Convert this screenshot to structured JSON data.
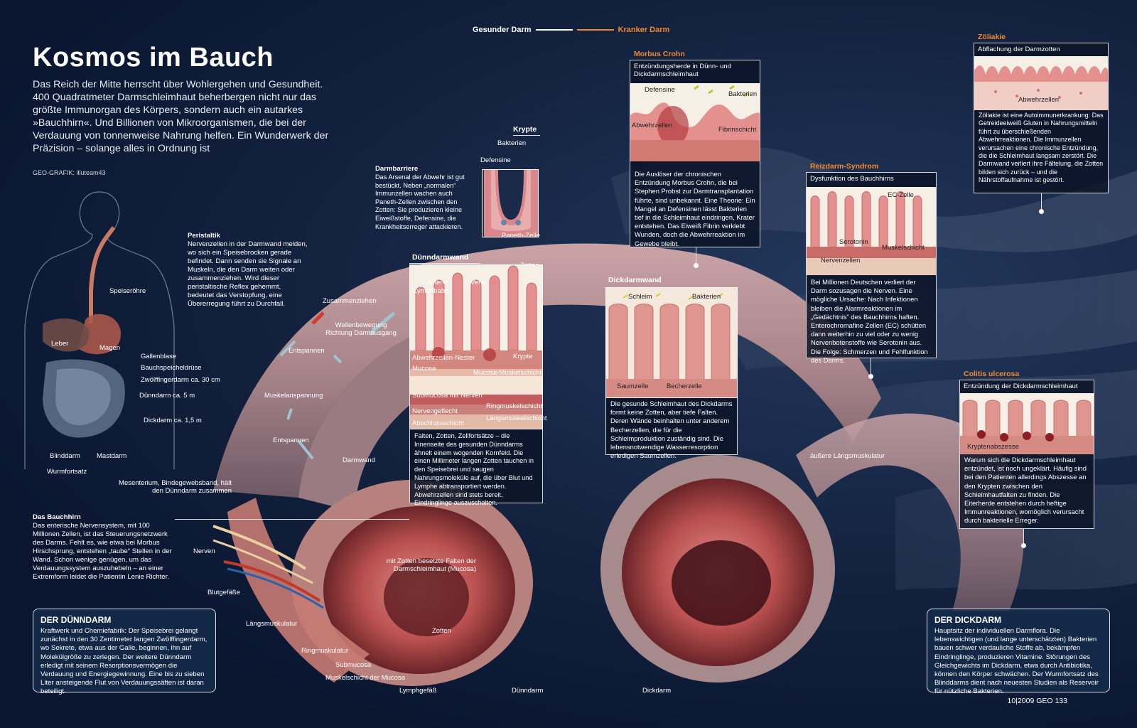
{
  "title": "Kosmos im Bauch",
  "intro": "Das Reich der Mitte herrscht über Wohlergehen und Gesundheit. 400 Quadratmeter Darmschleimhaut beherbergen nicht nur das größte Immunorgan des Körpers, sondern auch ein autarkes »Bauchhirn«. Und Billionen von Mikroorganismen, die bei der Verdauung von tonnenweise Nahrung helfen. Ein Wunderwerk der Präzision – solange alles in Ordnung ist",
  "credit": "GEO-GRAFIK: illuteam43",
  "legend": {
    "healthy": "Gesunder Darm",
    "sick": "Kranker Darm"
  },
  "colors": {
    "background": "#0c1a33",
    "accent_orange": "#f08a2c",
    "tissue": "#d98a80"
  },
  "body_labels": {
    "speiseroehre": "Speiseröhre",
    "leber": "Leber",
    "magen": "Magen",
    "gallenblase": "Gallenblase",
    "bauchspeicheldruese": "Bauchspeicheldrüse",
    "zwoelffingerdarm": "Zwölffingerdarm ca. 30 cm",
    "duenndarm": "Dünndarm ca. 5 m",
    "dickdarm": "Dickdarm ca. 1,5 m",
    "blinddarm": "Blinddarm",
    "mastdarm": "Mastdarm",
    "wurmfortsatz": "Wurmfortsatz"
  },
  "peristaltik": {
    "heading": "Peristaltik",
    "text": "Nervenzellen in der Darmwand melden, wo sich ein Speisebrocken gerade befindet. Dann senden sie Signale an Muskeln, die den Darm weiten oder zusammenziehen. Wird dieser peristaltische Reflex gehemmt, bedeutet das Verstopfung, eine Übererregung führt zu Durchfall."
  },
  "intestine_labels": {
    "zusammenziehen": "Zusammenziehen",
    "wellenbewegung": "Wellenbewegung Richtung Darmausgang",
    "entspannen1": "Entspannen",
    "muskelanspannung": "Muskelanspannung",
    "entspannen2": "Entspannen",
    "darmwand": "Darmwand",
    "mesenterium": "Mesenterium, Bindegewebsband, hält den Dünndarm zusammen",
    "nerven": "Nerven",
    "blutgefaesse": "Blutgefäße",
    "laengsmuskulatur": "Längsmuskulatur",
    "ringmuskulatur": "Ringmuskulatur",
    "submucosa": "Submucosa",
    "muskelschicht": "Muskelschicht der Mucosa",
    "lymphgefaess": "Lymphgefäß",
    "duenndarm": "Dünndarm",
    "zotten": "Zotten",
    "falten": "mit Zotten besetzte Falten der Darmschleimhaut (Mucosa)",
    "dickdarm": "Dickdarm",
    "aeussere": "äußere Längsmuskulatur"
  },
  "bauchhirn": {
    "heading": "Das Bauchhirn",
    "text": "Das enterische Nervensystem, mit 100 Millionen Zellen, ist das Steuerungsnetzwerk des Darms. Fehlt es, wie etwa bei Morbus Hirschsprung, entstehen „taube“ Stellen in der Wand. Schon wenige genügen, um das Verdauungssystem auszuhebeln – an einer Extremform leidet die Patientin Lenie Richter."
  },
  "duenndarm_box": {
    "heading": "DER DÜNNDARM",
    "text": "Kraftwerk und Chemiefabrik: Der Speisebrei gelangt zunächst in den 30 Zentimeter langen Zwölffingerdarm, wo Sekrete, etwa aus der Galle, beginnen, ihn auf Molekülgröße zu zerlegen. Der weitere Dünndarm erledigt mit seinem Resorptionsvermögen die Verdauung und Energiegewinnung. Eine bis zu sieben Liter ansteigende Flut von Verdauungssäften ist daran beteiligt."
  },
  "dickdarm_box": {
    "heading": "DER DICKDARM",
    "text": "Hauptsitz der individuellen Darmflora. Die lebenswichtigen (und lange unterschätzten) Bakterien bauen schwer verdauliche Stoffe ab, bekämpfen Eindringlinge, produzieren Vitamine. Störungen des Gleichgewichts im Dickdarm, etwa durch Antibiotika, können den Körper schwächen. Der Wurmfortsatz des Blinddarms dient nach neuesten Studien als Reservoir für nützliche Bakterien."
  },
  "darmbarriere": {
    "heading": "Darmbarriere",
    "text": "Das Arsenal der Abwehr ist gut bestückt. Neben „normalen“ Immunzellen wachen auch Paneth-Zellen zwischen den Zotten: Sie produzieren kleine Eiweißstoffe, Defensine, die Krankheitserreger attackieren."
  },
  "krypte": {
    "heading": "Krypte",
    "bakterien": "Bakterien",
    "defensine": "Defensine",
    "paneth": "Paneth-Zelle"
  },
  "duenndarmwand": {
    "heading": "Dünndarmwand",
    "zotten": "Zotten",
    "arterie": "Arterie",
    "vene": "Vene",
    "lymphbahn": "Lymphbahn",
    "nester": "Abwehrzellen-Nester",
    "krypte": "Krypte",
    "mucosa": "Mucosa",
    "mucosa_muskel": "Mucosa-Muskelschicht",
    "submucosa": "Submucosa mit Nerven",
    "nervengeflecht": "Nervengeflecht",
    "ringmuskel": "Ringmuskelschicht",
    "laengsmuskel": "Längsmuskelschicht",
    "abschluss": "Abschlussschicht",
    "text": "Falten, Zotten, Zellfortsätze – die Innenseite des gesunden Dünndarms ähnelt einem wogenden Kornfeld. Die einen Millimeter langen Zotten tauchen in den Speisebrei und saugen Nahrungsmoleküle auf, die über Blut und Lymphe abtransportiert werden. Abwehrzellen sind stets bereit, Eindringlinge auszuschalten."
  },
  "morbus_crohn": {
    "heading": "Morbus Crohn",
    "sub": "Entzündungsherde in Dünn- und Dickdarmschleimhaut",
    "defensine": "Defensine",
    "bakterien": "Bakterien",
    "abwehrzellen": "Abwehrzellen",
    "fibrin": "Fibrinschicht",
    "text": "Die Auslöser der chronischen Entzündung Morbus Crohn, die bei Stephen Probst zur Darmtransplantation führte, sind unbekannt. Eine Theorie: Ein Mangel an Defensinen lässt Bakterien tief in die Schleimhaut eindringen, Krater entstehen. Das Eiweiß Fibrin verklebt Wunden, doch die Abwehrreaktion im Gewebe bleibt."
  },
  "dickdarmwand": {
    "heading": "Dickdarmwand",
    "schleim": "Schleim",
    "bakterien": "Bakterien",
    "saumzelle": "Saumzelle",
    "becherzelle": "Becherzelle",
    "text": "Die gesunde Schleimhaut des Dickdarms formt keine Zotten, aber tiefe Falten. Deren Wände beinhalten unter anderem Becherzellen, die für die Schleimproduktion zuständig sind. Die lebensnotwendige Wasserresorption erledigen Saumzellen."
  },
  "reizdarm": {
    "heading": "Reizdarm-Syndrom",
    "sub": "Dysfunktion des Bauchhirns",
    "ec": "EC-Zelle",
    "serotonin": "Serotonin",
    "muskelschicht": "Muskelschicht",
    "nervenzellen": "Nervenzellen",
    "text": "Bei Millionen Deutschen verliert der Darm sozusagen die Nerven. Eine mögliche Ursache: Nach Infektionen bleiben die Alarmreaktionen im „Gedächtnis“ des Bauchhirns haften. Enterochromafine Zellen (EC) schütten dann weiterhin zu viel oder zu wenig Nervenbotenstoffe wie Serotonin aus. Die Folge: Schmerzen und Fehlfunktion des Darms."
  },
  "zoeliakie": {
    "heading": "Zöliakie",
    "sub": "Abflachung der Darmzotten",
    "abwehrzellen": "Abwehrzellen",
    "text": "Zöliakie ist eine Autoimmunerkrankung: Das Getreideeiweiß Gluten in Nahrungsmitteln führt zu überschießenden Abwehrreaktionen. Die Immunzellen verursachen eine chronische Entzündung, die die Schleimhaut langsam zerstört. Die Darmwand verliert ihre Fältelung, die Zotten bilden sich zurück – und die Nährstoffaufnahme ist gestört."
  },
  "colitis": {
    "heading": "Colitis ulcerosa",
    "sub": "Entzündung der Dickdarmschleimhaut",
    "krypten": "Kryptenabszesse",
    "text": "Warum sich die Dickdarmschleimhaut entzündet, ist noch ungeklärt. Häufig sind bei den Patienten allerdings Abszesse an den Krypten zwischen den Schleimhautfalten zu finden. Die Eiterherde entstehen durch heftige Immunreaktionen, womöglich verursacht durch bakterielle Erreger."
  },
  "footer": "10|2009 GEO 133"
}
